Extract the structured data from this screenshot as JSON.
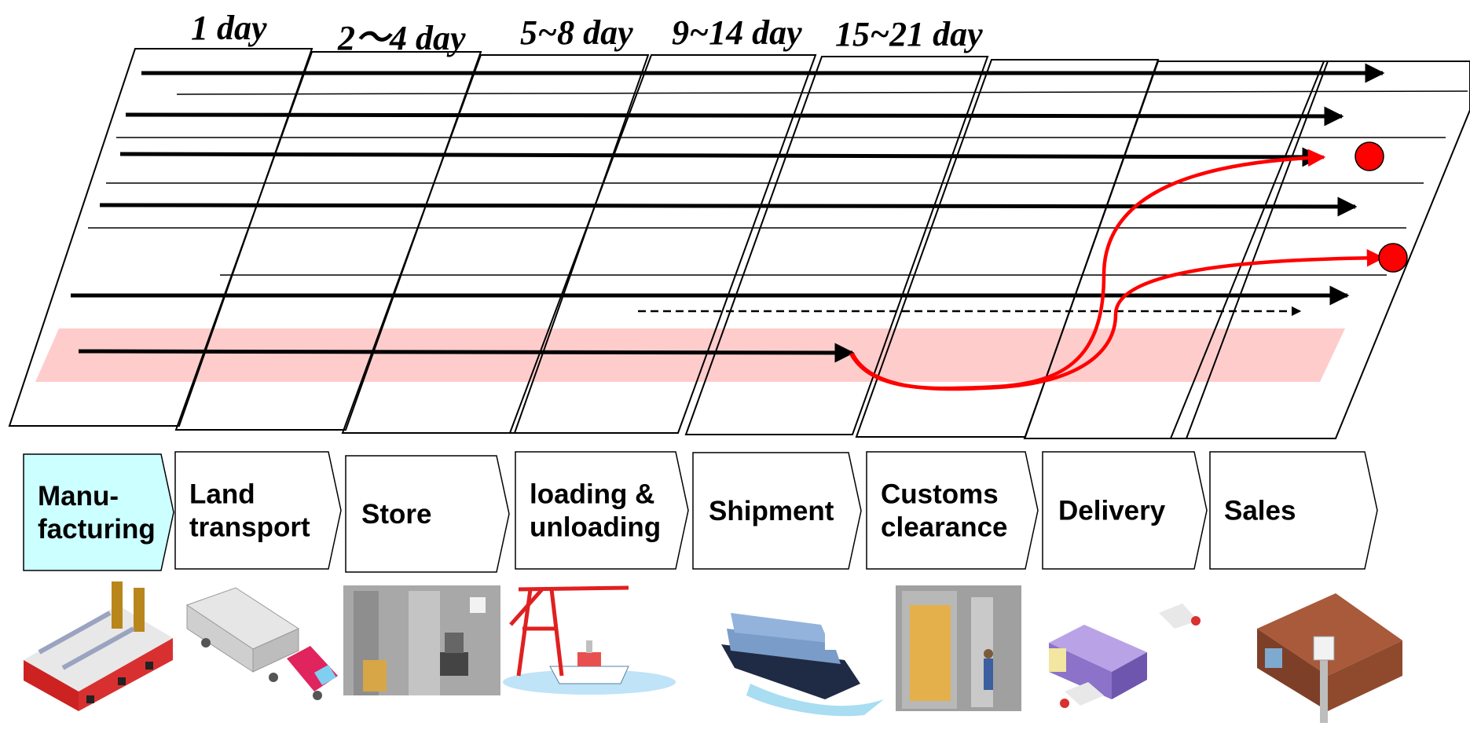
{
  "day_labels": [
    "1 day",
    "2～4 day",
    "5~8 day",
    "9~14 day",
    "15~21 day"
  ],
  "stages": [
    {
      "id": "manufacturing",
      "lines": [
        "Manu-",
        "facturing"
      ],
      "highlighted": true,
      "icon": "factory-icon"
    },
    {
      "id": "land-transport",
      "lines": [
        "Land",
        "transport"
      ],
      "highlighted": false,
      "icon": "truck-icon"
    },
    {
      "id": "store",
      "lines": [
        "Store"
      ],
      "highlighted": false,
      "icon": "warehouse-icon"
    },
    {
      "id": "loading-unloading",
      "lines": [
        "loading &",
        "unloading"
      ],
      "highlighted": false,
      "icon": "crane-ship-icon"
    },
    {
      "id": "shipment",
      "lines": [
        "Shipment"
      ],
      "highlighted": false,
      "icon": "container-ship-icon"
    },
    {
      "id": "customs-clearance",
      "lines": [
        "Customs",
        "clearance"
      ],
      "highlighted": false,
      "icon": "customs-icon"
    },
    {
      "id": "delivery",
      "lines": [
        "Delivery"
      ],
      "highlighted": false,
      "icon": "delivery-icon"
    },
    {
      "id": "sales",
      "lines": [
        "Sales"
      ],
      "highlighted": false,
      "icon": "store-icon"
    }
  ],
  "colors": {
    "highlight_fill": "#ccffff",
    "band_fill": "#ffcccc",
    "route_red": "#ff0000",
    "arrow": "#000000"
  }
}
